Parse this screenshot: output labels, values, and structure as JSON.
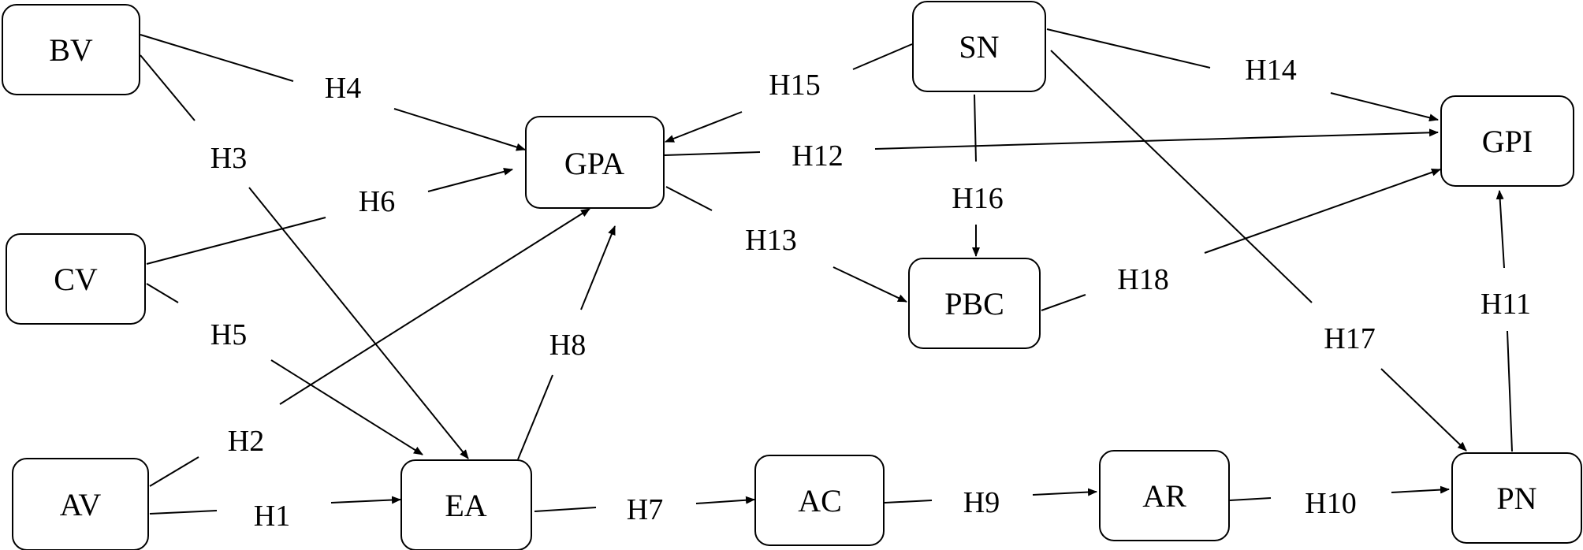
{
  "nodes": {
    "BV": "BV",
    "CV": "CV",
    "AV": "AV",
    "GPA": "GPA",
    "EA": "EA",
    "AC": "AC",
    "AR": "AR",
    "SN": "SN",
    "PBC": "PBC",
    "GPI": "GPI",
    "PN": "PN"
  },
  "hypotheses": {
    "H1": "H1",
    "H2": "H2",
    "H3": "H3",
    "H4": "H4",
    "H5": "H5",
    "H6": "H6",
    "H7": "H7",
    "H8": "H8",
    "H9": "H9",
    "H10": "H10",
    "H11": "H11",
    "H12": "H12",
    "H13": "H13",
    "H14": "H14",
    "H15": "H15",
    "H16": "H16",
    "H17": "H17",
    "H18": "H18"
  },
  "edges": [
    {
      "id": "H1",
      "from": "AV",
      "to": "EA"
    },
    {
      "id": "H2",
      "from": "AV",
      "to": "GPA"
    },
    {
      "id": "H3",
      "from": "BV",
      "to": "EA"
    },
    {
      "id": "H4",
      "from": "BV",
      "to": "GPA"
    },
    {
      "id": "H5",
      "from": "CV",
      "to": "EA"
    },
    {
      "id": "H6",
      "from": "CV",
      "to": "GPA"
    },
    {
      "id": "H7",
      "from": "EA",
      "to": "AC"
    },
    {
      "id": "H8",
      "from": "EA",
      "to": "GPA"
    },
    {
      "id": "H9",
      "from": "AC",
      "to": "AR"
    },
    {
      "id": "H10",
      "from": "AR",
      "to": "PN"
    },
    {
      "id": "H11",
      "from": "PN",
      "to": "GPI"
    },
    {
      "id": "H12",
      "from": "GPA",
      "to": "GPI"
    },
    {
      "id": "H13",
      "from": "GPA",
      "to": "PBC"
    },
    {
      "id": "H14",
      "from": "SN",
      "to": "GPI"
    },
    {
      "id": "H15",
      "from": "SN",
      "to": "GPA"
    },
    {
      "id": "H16",
      "from": "SN",
      "to": "PBC"
    },
    {
      "id": "H17",
      "from": "SN",
      "to": "PN"
    },
    {
      "id": "H18",
      "from": "PBC",
      "to": "GPI"
    }
  ]
}
